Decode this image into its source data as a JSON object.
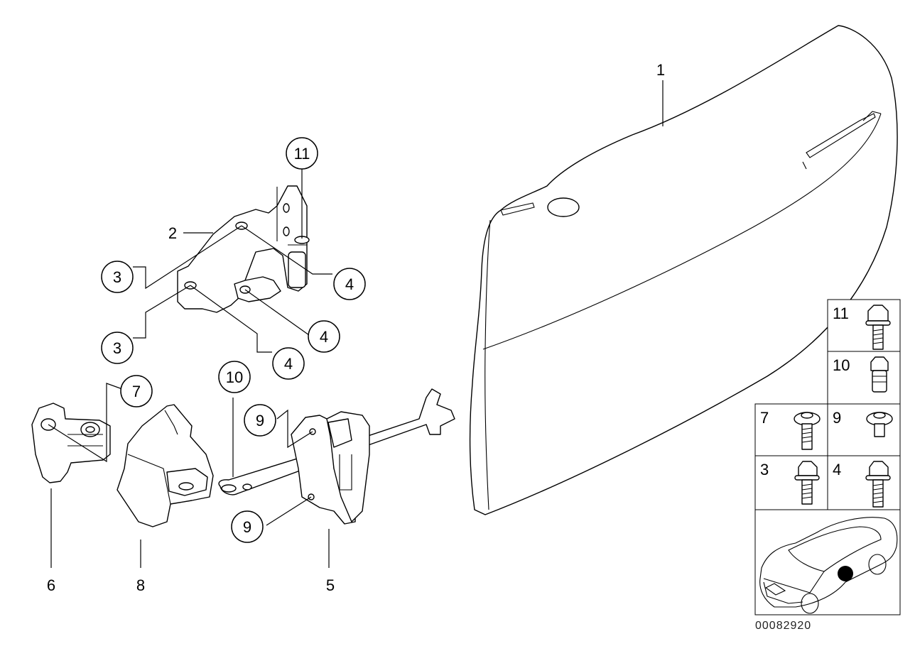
{
  "diagram": {
    "callouts": {
      "c1": "1",
      "c2": "2",
      "c3a": "3",
      "c3b": "3",
      "c4a": "4",
      "c4b": "4",
      "c4c": "4",
      "c5": "5",
      "c6": "6",
      "c7": "7",
      "c8": "8",
      "c9a": "9",
      "c9b": "9",
      "c10": "10",
      "c11": "11"
    },
    "legend": {
      "r11": "11",
      "r10": "10",
      "r7": "7",
      "r9": "9",
      "r3": "3",
      "r4": "4"
    },
    "image_code": "00082920"
  }
}
